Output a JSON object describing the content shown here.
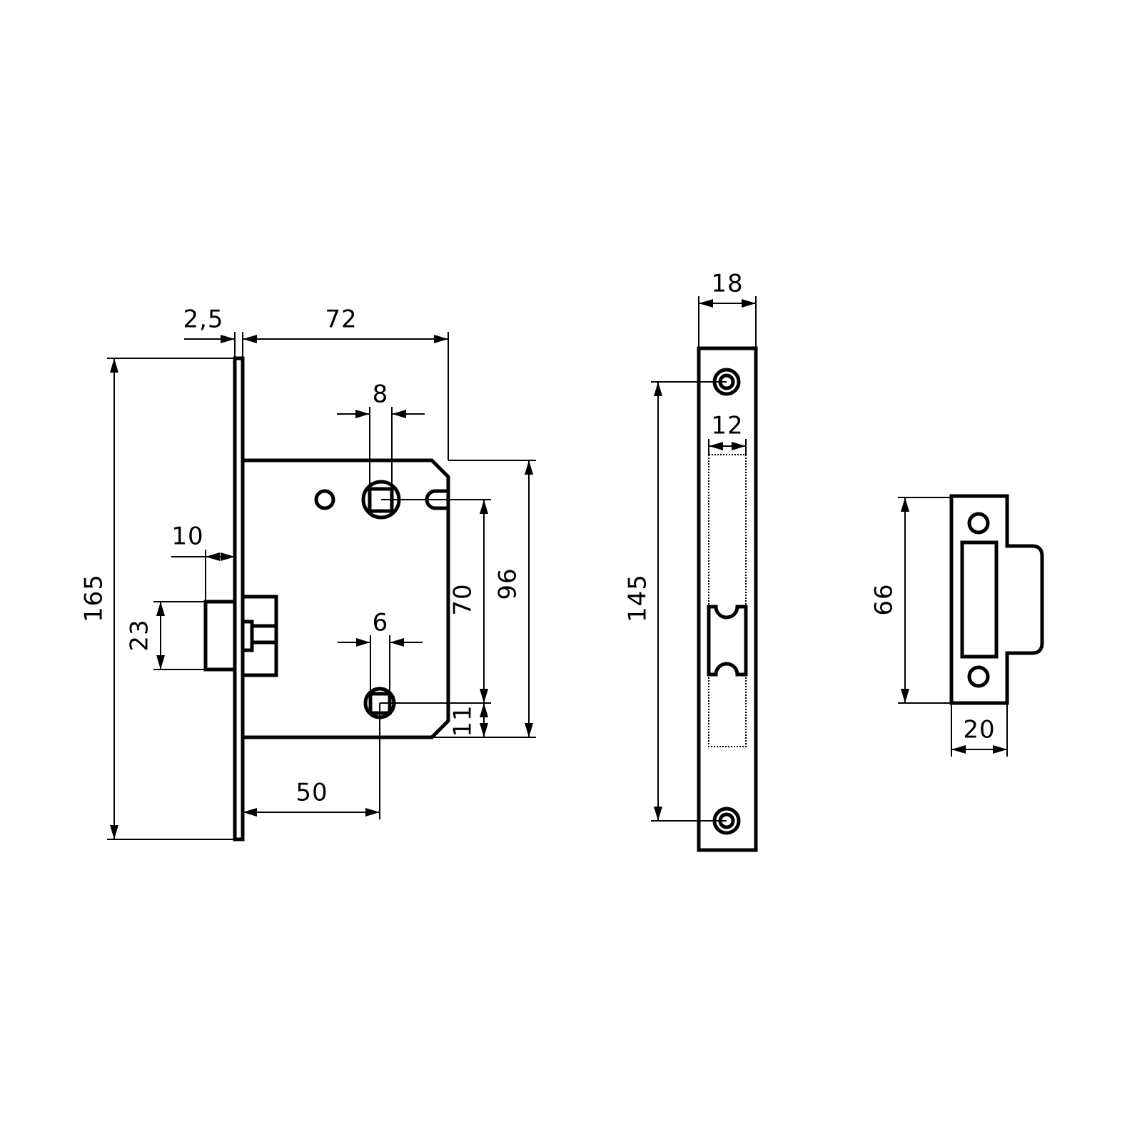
{
  "title": "Mortise lock dimension drawing",
  "lock_body": {
    "dims": {
      "faceplate_thickness": "2,5",
      "backset_depth": "72",
      "spindle_square": "8",
      "cylinder_square": "6",
      "latch_projection": "10",
      "latch_height": "23",
      "faceplate_height": "165",
      "center_distance": "70",
      "bottom_offset": "11",
      "body_height": "96",
      "backset": "50"
    }
  },
  "faceplate": {
    "dims": {
      "width": "18",
      "latch_slot_width": "12",
      "screw_distance": "145"
    }
  },
  "strike_plate": {
    "dims": {
      "height": "66",
      "width": "20"
    }
  },
  "colors": {
    "line": "#000000",
    "background": "#ffffff"
  }
}
